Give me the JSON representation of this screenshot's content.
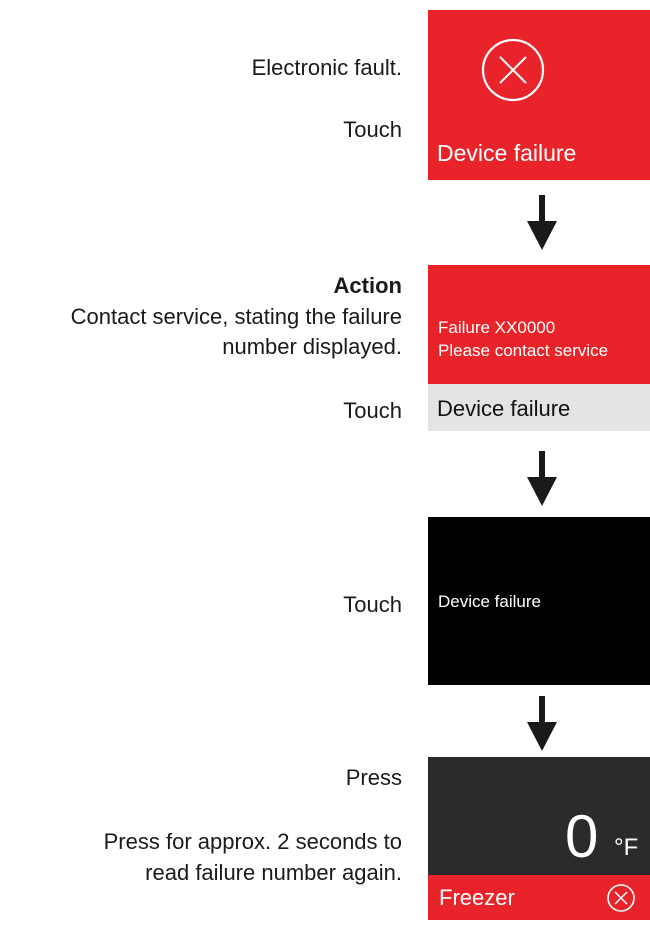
{
  "step1": {
    "label_fault": "Electronic fault.",
    "label_touch": "Touch",
    "screen_title": "Device failure",
    "icon": "error-x-circle-icon",
    "background": "#e8232a"
  },
  "step2": {
    "action_heading": "Action",
    "action_line1": "Contact service, stating the failure",
    "action_line2": "number displayed.",
    "label_touch": "Touch",
    "failure_code": "Failure XX0000",
    "contact_text": "Please contact service",
    "footer_title": "Device failure",
    "background": "#e8232a",
    "footer_background": "#e3e5e5"
  },
  "step3": {
    "label_touch": "Touch",
    "screen_text": "Device failure",
    "background": "#000000"
  },
  "step4": {
    "label_press": "Press",
    "note_line1": "Press for approx. 2 seconds to",
    "note_line2": "read  failure number again.",
    "temperature": "0",
    "unit": "°F",
    "zone": "Freezer",
    "icon": "error-x-circle-icon",
    "background": "#2a2b2c",
    "footer_background": "#e8232a"
  },
  "arrows": [
    "arrow-down-icon",
    "arrow-down-icon",
    "arrow-down-icon"
  ]
}
